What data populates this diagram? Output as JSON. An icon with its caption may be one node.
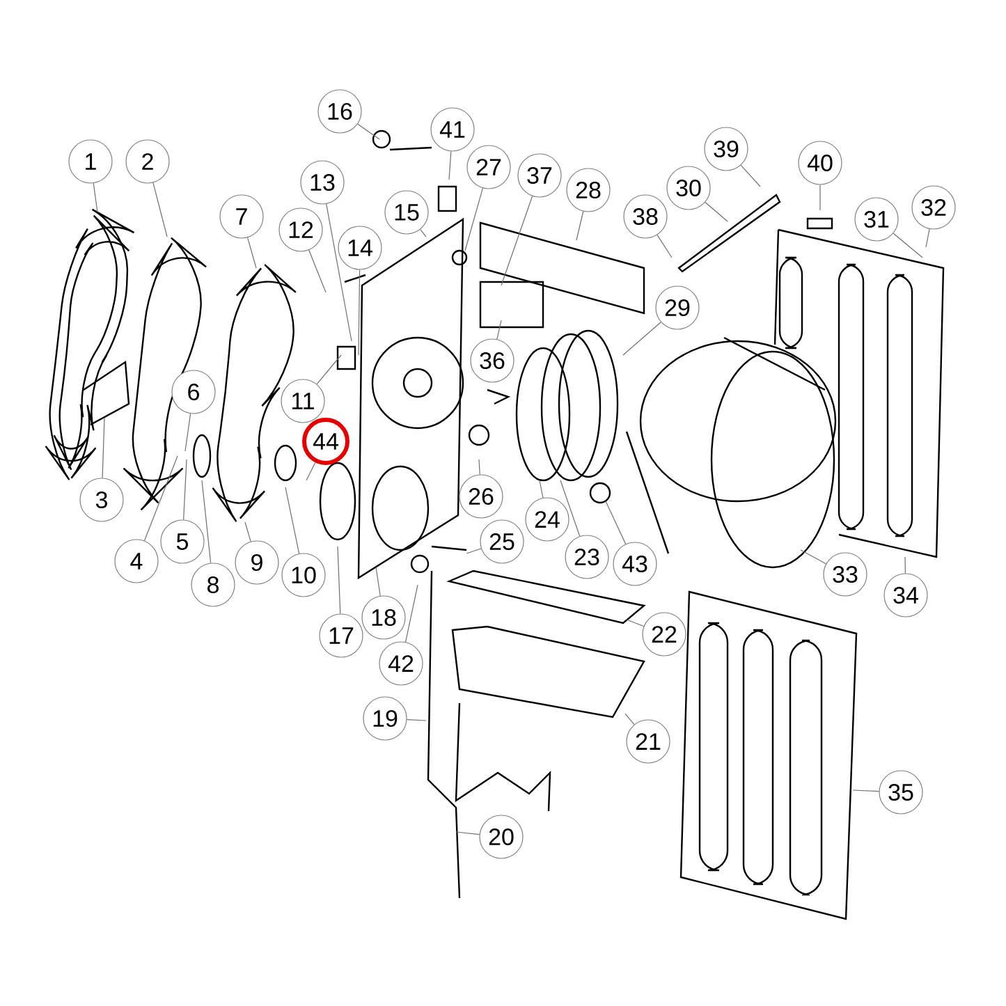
{
  "diagram": {
    "nodes": [
      {
        "text": [
          "1"
        ]
      },
      {
        "text": [
          "2"
        ]
      },
      {
        "text": [
          "3"
        ]
      },
      {
        "text": [
          "4"
        ]
      },
      {
        "text": [
          "5"
        ]
      },
      {
        "text": [
          "6"
        ]
      },
      {
        "text": [
          "7"
        ]
      },
      {
        "text": [
          "8"
        ]
      },
      {
        "text": [
          "9"
        ]
      },
      {
        "text": [
          "10"
        ]
      },
      {
        "text": [
          "11"
        ]
      },
      {
        "text": [
          "12"
        ]
      },
      {
        "text": [
          "13"
        ]
      },
      {
        "text": [
          "14"
        ]
      },
      {
        "text": [
          "15"
        ]
      },
      {
        "text": [
          "16"
        ]
      },
      {
        "text": [
          "17"
        ]
      },
      {
        "text": [
          "18"
        ]
      },
      {
        "text": [
          "19"
        ]
      },
      {
        "text": [
          "20"
        ]
      },
      {
        "text": [
          "21"
        ]
      },
      {
        "text": [
          "22"
        ]
      },
      {
        "text": [
          "23"
        ]
      },
      {
        "text": [
          "24"
        ]
      },
      {
        "text": [
          "25"
        ]
      },
      {
        "text": [
          "26"
        ]
      },
      {
        "text": [
          "27"
        ]
      },
      {
        "text": [
          "28"
        ]
      },
      {
        "text": [
          "29"
        ]
      },
      {
        "text": [
          "30"
        ]
      },
      {
        "text": [
          "31"
        ]
      },
      {
        "text": [
          "32"
        ]
      },
      {
        "text": [
          "33"
        ]
      },
      {
        "text": [
          "34"
        ]
      },
      {
        "text": [
          "35"
        ]
      },
      {
        "text": [
          "36"
        ]
      },
      {
        "text": [
          "37"
        ]
      },
      {
        "text": [
          "38"
        ]
      },
      {
        "text": [
          "39"
        ]
      },
      {
        "text": [
          "40"
        ]
      },
      {
        "text": [
          "41"
        ]
      },
      {
        "text": [
          "42"
        ]
      },
      {
        "text": [
          "43"
        ]
      },
      {
        "text": [
          "44"
        ]
      }
    ],
    "edges": [
      {
        "from": 0,
        "to": null,
        "arrow": "none"
      },
      {
        "from": 1,
        "to": null,
        "arrow": "none"
      },
      {
        "from": 2,
        "to": null,
        "arrow": "none"
      },
      {
        "from": 3,
        "to": null,
        "arrow": "none"
      },
      {
        "from": 4,
        "to": null,
        "arrow": "none"
      },
      {
        "from": 5,
        "to": null,
        "arrow": "none"
      },
      {
        "from": 6,
        "to": null,
        "arrow": "none"
      },
      {
        "from": 7,
        "to": null,
        "arrow": "none"
      },
      {
        "from": 8,
        "to": null,
        "arrow": "none"
      },
      {
        "from": 9,
        "to": null,
        "arrow": "none"
      },
      {
        "from": 10,
        "to": null,
        "arrow": "none"
      },
      {
        "from": 11,
        "to": null,
        "arrow": "none"
      },
      {
        "from": 12,
        "to": null,
        "arrow": "none"
      },
      {
        "from": 13,
        "to": null,
        "arrow": "none"
      },
      {
        "from": 14,
        "to": null,
        "arrow": "none"
      },
      {
        "from": 15,
        "to": null,
        "arrow": "none"
      },
      {
        "from": 16,
        "to": null,
        "arrow": "none"
      },
      {
        "from": 17,
        "to": null,
        "arrow": "none"
      },
      {
        "from": 18,
        "to": null,
        "arrow": "none"
      },
      {
        "from": 19,
        "to": null,
        "arrow": "none"
      },
      {
        "from": 20,
        "to": null,
        "arrow": "none"
      },
      {
        "from": 21,
        "to": null,
        "arrow": "none"
      },
      {
        "from": 22,
        "to": null,
        "arrow": "none"
      },
      {
        "from": 23,
        "to": null,
        "arrow": "none"
      },
      {
        "from": 24,
        "to": null,
        "arrow": "none"
      },
      {
        "from": 25,
        "to": null,
        "arrow": "none"
      },
      {
        "from": 26,
        "to": null,
        "arrow": "none"
      },
      {
        "from": 27,
        "to": null,
        "arrow": "none"
      },
      {
        "from": 28,
        "to": null,
        "arrow": "none"
      },
      {
        "from": 29,
        "to": null,
        "arrow": "none"
      },
      {
        "from": 30,
        "to": null,
        "arrow": "none"
      },
      {
        "from": 31,
        "to": null,
        "arrow": "none"
      },
      {
        "from": 32,
        "to": null,
        "arrow": "none"
      },
      {
        "from": 33,
        "to": null,
        "arrow": "none"
      },
      {
        "from": 34,
        "to": null,
        "arrow": "none"
      },
      {
        "from": 35,
        "to": null,
        "arrow": "none"
      },
      {
        "from": 36,
        "to": null,
        "arrow": "none"
      },
      {
        "from": 37,
        "to": null,
        "arrow": "none"
      },
      {
        "from": 38,
        "to": null,
        "arrow": "none"
      },
      {
        "from": 39,
        "to": null,
        "arrow": "none"
      },
      {
        "from": 40,
        "to": null,
        "arrow": "none"
      },
      {
        "from": 41,
        "to": null,
        "arrow": "none"
      },
      {
        "from": 42,
        "to": null,
        "arrow": "none"
      },
      {
        "from": 43,
        "to": null,
        "arrow": "none"
      }
    ]
  }
}
